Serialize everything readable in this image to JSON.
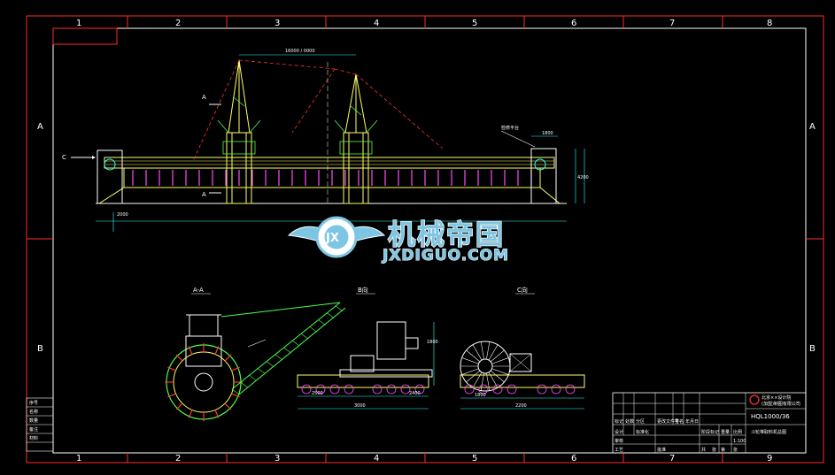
{
  "grid": {
    "columns": [
      "1",
      "2",
      "3",
      "4",
      "5",
      "6",
      "7",
      "8",
      "9"
    ],
    "rows": [
      "A",
      "B"
    ]
  },
  "views": {
    "main_dim_top": "16000 / 0000",
    "section_a": "A",
    "section_c": "C",
    "view_aa": "A-A",
    "view_b": "B向",
    "view_c": "C向",
    "callout_label": "检修平台",
    "dims_main": [
      "4200",
      "2000",
      "1800"
    ],
    "dims_b": [
      "2500",
      "3000",
      "1800",
      "2400"
    ],
    "dims_c": [
      "1800",
      "2200"
    ]
  },
  "watermark": {
    "cn": "机械帝国",
    "en": "JXDIGUO.COM",
    "logo": "JX"
  },
  "title_block": {
    "company_line1": "北京××设计院",
    "company_line2": "(加盟)制图有限公司",
    "drawing_no": "HQL1000/36",
    "drawing_title": "斗轮堆取料机总图",
    "scale": "1:100",
    "cells": [
      "标记",
      "处数",
      "分区",
      "更改文件号",
      "签名",
      "年月日",
      "设计",
      "标准化",
      "阶段标记",
      "重量",
      "比例",
      "审核",
      "工艺",
      "批准",
      "共",
      "张",
      "第",
      "张"
    ]
  },
  "side_table": [
    "序号",
    "名称",
    "数量",
    "备注",
    "材料"
  ],
  "colors": {
    "frame": "#ff2a2a",
    "border": "#ffffff",
    "steel": "#ffff66",
    "truss": "#4dff4d",
    "member": "#ff4dff",
    "dimension": "#33ffff",
    "blade": "#ff3333"
  }
}
